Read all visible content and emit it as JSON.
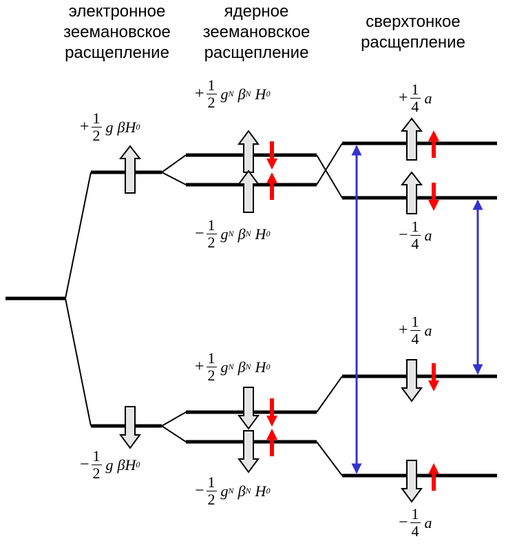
{
  "headers": {
    "electron_zeeman": [
      "электронное",
      "зеемановское",
      "расщепление"
    ],
    "nuclear_zeeman": [
      "ядерное",
      "зеемановское",
      "расщепление"
    ],
    "hyperfine": [
      "сверхтонкое",
      "расщепление"
    ]
  },
  "formulas": {
    "sign_plus": "+",
    "sign_minus": "−",
    "one": "1",
    "two": "2",
    "four": "4",
    "g": "g",
    "beta": "β",
    "H": "H",
    "sub_0": "0",
    "sub_N": "N",
    "a": "a"
  },
  "colors": {
    "levels": "#000000",
    "spin_arrow_fill": "#e6e6e6",
    "nuclear_spin_arrow": "#ff0000",
    "transition_arrow": "#3333cc"
  }
}
